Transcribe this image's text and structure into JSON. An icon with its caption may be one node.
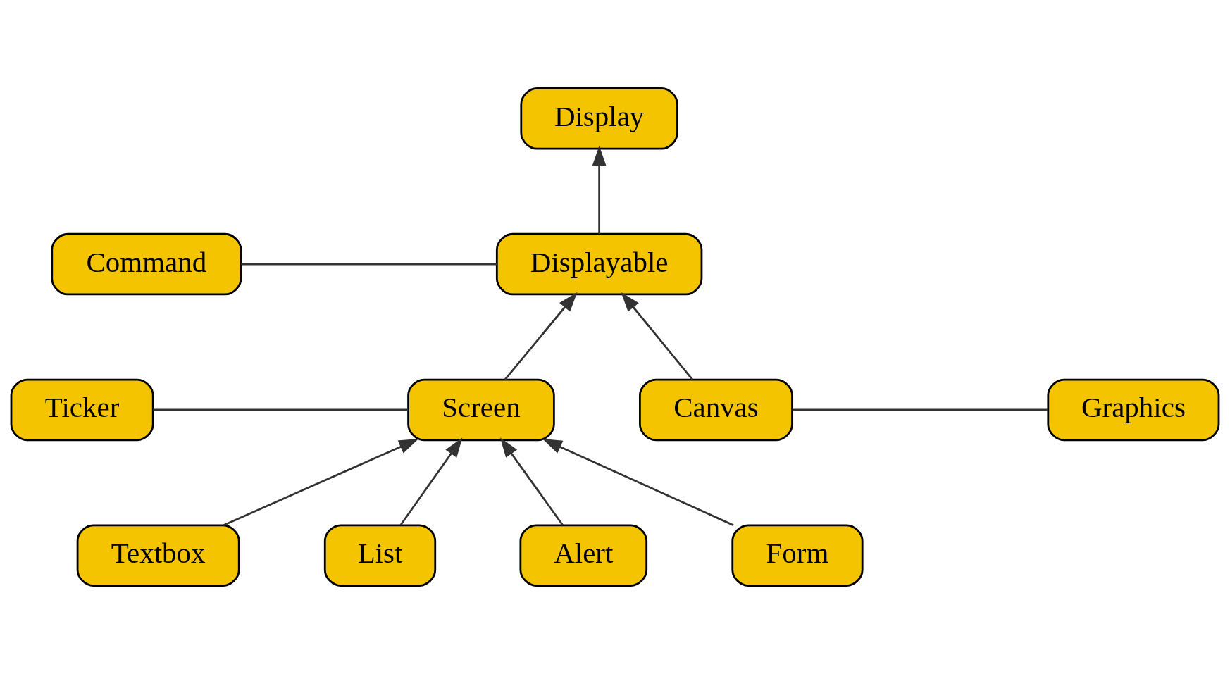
{
  "diagram": {
    "nodes": [
      {
        "text": [
          "Display"
        ]
      },
      {
        "text": [
          "Command"
        ]
      },
      {
        "text": [
          "Displayable"
        ]
      },
      {
        "text": [
          "Ticker"
        ]
      },
      {
        "text": [
          "Screen"
        ]
      },
      {
        "text": [
          "Canvas"
        ]
      },
      {
        "text": [
          "Graphics"
        ]
      },
      {
        "text": [
          "Textbox"
        ]
      },
      {
        "text": [
          "List"
        ]
      },
      {
        "text": [
          "Alert"
        ]
      },
      {
        "text": [
          "Form"
        ]
      }
    ],
    "edges": [
      {
        "from": 2,
        "to": 0,
        "arrow": "to"
      },
      {
        "from": 1,
        "to": 2,
        "arrow": "none"
      },
      {
        "from": 4,
        "to": 2,
        "arrow": "to"
      },
      {
        "from": 5,
        "to": 2,
        "arrow": "to"
      },
      {
        "from": 3,
        "to": 4,
        "arrow": "none"
      },
      {
        "from": 5,
        "to": 6,
        "arrow": "none"
      },
      {
        "from": 7,
        "to": 4,
        "arrow": "to"
      },
      {
        "from": 8,
        "to": 4,
        "arrow": "to"
      },
      {
        "from": 9,
        "to": 4,
        "arrow": "to"
      },
      {
        "from": 10,
        "to": 4,
        "arrow": "to"
      }
    ]
  }
}
